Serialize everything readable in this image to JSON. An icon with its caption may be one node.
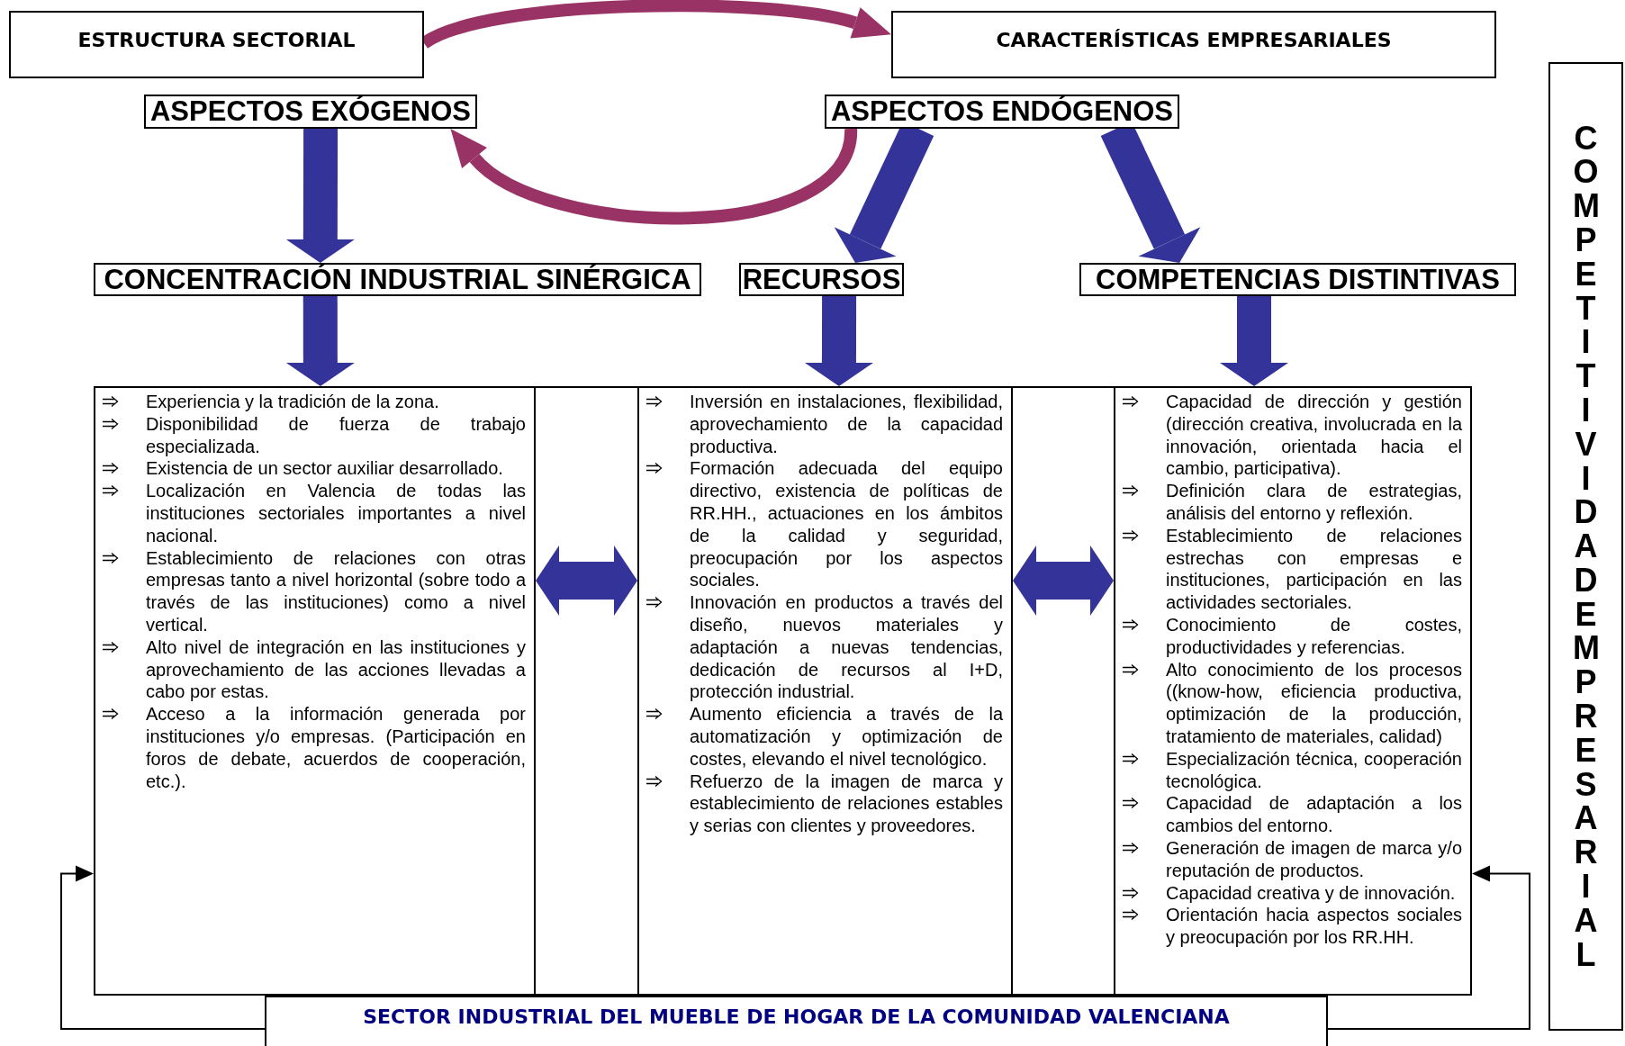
{
  "diagram": {
    "nodes": [
      {
        "text": [
          "ESTRUCTURA SECTORIAL"
        ]
      },
      {
        "text": [
          "CARACTERÍSTICAS EMPRESARIALES"
        ]
      },
      {
        "text": [
          "ASPECTOS EXÓGENOS"
        ]
      },
      {
        "text": [
          "ASPECTOS ENDÓGENOS"
        ]
      },
      {
        "text": [
          "CONCENTRACIÓN INDUSTRIAL SINÉRGICA"
        ]
      },
      {
        "text": [
          "RECURSOS"
        ]
      },
      {
        "text": [
          "COMPETENCIAS DISTINTIVAS"
        ]
      },
      {
        "text": [
          "Experiencia y la tradición de la zona.",
          "Disponibilidad de fuerza de trabajo especializada.",
          "Existencia de un sector auxiliar desarrollado.",
          "Localización en Valencia de todas las instituciones sectoriales importantes a nivel nacional.",
          "Establecimiento de relaciones con otras empresas tanto a nivel horizontal (sobre todo a través de las instituciones) como a nivel vertical.",
          "Alto nivel de integración en las instituciones y aprovechamiento de las acciones llevadas a cabo por estas.",
          "Acceso a la información generada por instituciones y/o empresas. (Participación en foros de debate, acuerdos de cooperación, etc.)."
        ]
      },
      {
        "text": [
          "Inversión en instalaciones, flexibilidad, aprovechamiento de la capacidad productiva.",
          "Formación adecuada del equipo directivo, existencia de políticas de RR.HH., actuaciones en los ámbitos de la calidad y seguridad, preocupación por los aspectos sociales.",
          "Innovación en productos a través del diseño, nuevos materiales y adaptación a nuevas tendencias, dedicación de recursos al I+D, protección industrial.",
          "Aumento eficiencia a través de la automatización y optimización de costes, elevando el nivel tecnológico.",
          "Refuerzo de la imagen de marca y establecimiento de relaciones estables y serias con clientes y proveedores."
        ]
      },
      {
        "text": [
          "Capacidad de dirección y gestión (dirección creativa, involucrada en la innovación, orientada hacia el cambio, participativa).",
          "Definición clara de estrategias, análisis del entorno y reflexión.",
          "Establecimiento de relaciones estrechas con empresas e instituciones, participación en las actividades sectoriales.",
          "Conocimiento de costes, productividades y referencias.",
          "Alto conocimiento de los procesos ((know-how, eficiencia productiva, optimización de la producción, tratamiento de materiales, calidad)",
          "Especialización técnica, cooperación tecnológica.",
          "Capacidad de adaptación a los cambios del entorno.",
          "Generación de imagen de marca y/o reputación de productos.",
          "Capacidad creativa y de innovación.",
          "Orientación hacia aspectos sociales y preocupación por los RR.HH."
        ]
      },
      {
        "text": [
          "SECTOR INDUSTRIAL DEL MUEBLE DE HOGAR DE LA COMUNIDAD VALENCIANA"
        ]
      },
      {
        "text": [
          "COMPETITIVIDAD EMPRESARIAL"
        ]
      }
    ],
    "edges": [
      {
        "from": 0,
        "to": 1,
        "arrow": "to",
        "color": "#993366"
      },
      {
        "from": 3,
        "to": 2,
        "arrow": "to",
        "color": "#993366"
      },
      {
        "from": 2,
        "to": 4,
        "arrow": "to"
      },
      {
        "from": 3,
        "to": 5,
        "arrow": "to"
      },
      {
        "from": 3,
        "to": 6,
        "arrow": "to"
      },
      {
        "from": 4,
        "to": 7,
        "arrow": "to"
      },
      {
        "from": 5,
        "to": 8,
        "arrow": "to"
      },
      {
        "from": 6,
        "to": 9,
        "arrow": "to"
      },
      {
        "from": 7,
        "to": 8,
        "arrow": "both"
      },
      {
        "from": 8,
        "to": 9,
        "arrow": "both"
      },
      {
        "from": 10,
        "to": 7,
        "arrow": "to",
        "color": "#000000"
      },
      {
        "from": 10,
        "to": 9,
        "arrow": "to",
        "color": "#000000"
      }
    ]
  }
}
